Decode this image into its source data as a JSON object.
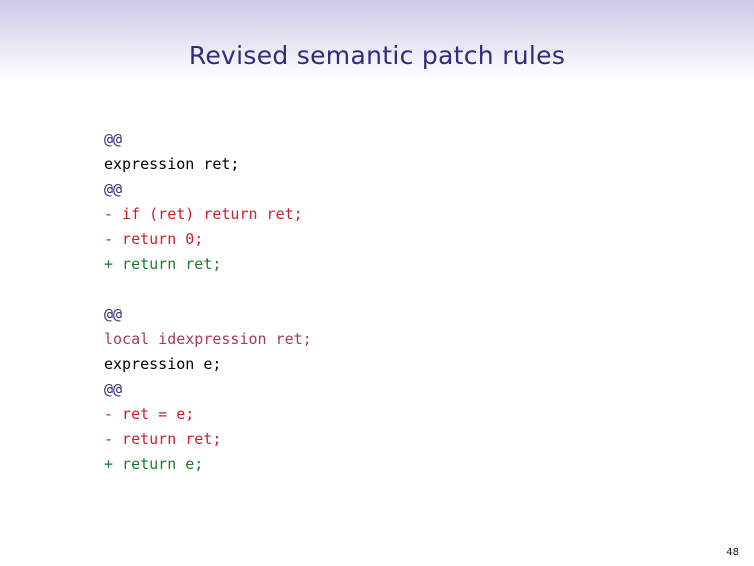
{
  "slide": {
    "title": "Revised semantic patch rules",
    "page_number": "48",
    "colors": {
      "title": "#2d2d7a",
      "gradient_top": "#ccccea",
      "gradient_bottom": "#ffffff",
      "meta": "#30307c",
      "plain": "#000000",
      "removed": "#cc1f2e",
      "added": "#1f7a2e",
      "metavariable": "#a8385f",
      "background": "#ffffff"
    }
  },
  "code": {
    "lines": [
      {
        "text": "@@",
        "kind": "meta"
      },
      {
        "text": "expression ret;",
        "kind": "plain"
      },
      {
        "text": "@@",
        "kind": "meta"
      },
      {
        "text": "- if (ret) return ret;",
        "kind": "removed"
      },
      {
        "text": "- return 0;",
        "kind": "removed"
      },
      {
        "text": "+ return ret;",
        "kind": "added"
      },
      {
        "text": "",
        "kind": "blank"
      },
      {
        "text": "@@",
        "kind": "meta"
      },
      {
        "text": "local idexpression ret;",
        "kind": "metavar"
      },
      {
        "text": "expression e;",
        "kind": "plain"
      },
      {
        "text": "@@",
        "kind": "meta"
      },
      {
        "text": "- ret = e;",
        "kind": "removed"
      },
      {
        "text": "- return ret;",
        "kind": "removed"
      },
      {
        "text": "+ return e;",
        "kind": "added"
      }
    ]
  }
}
